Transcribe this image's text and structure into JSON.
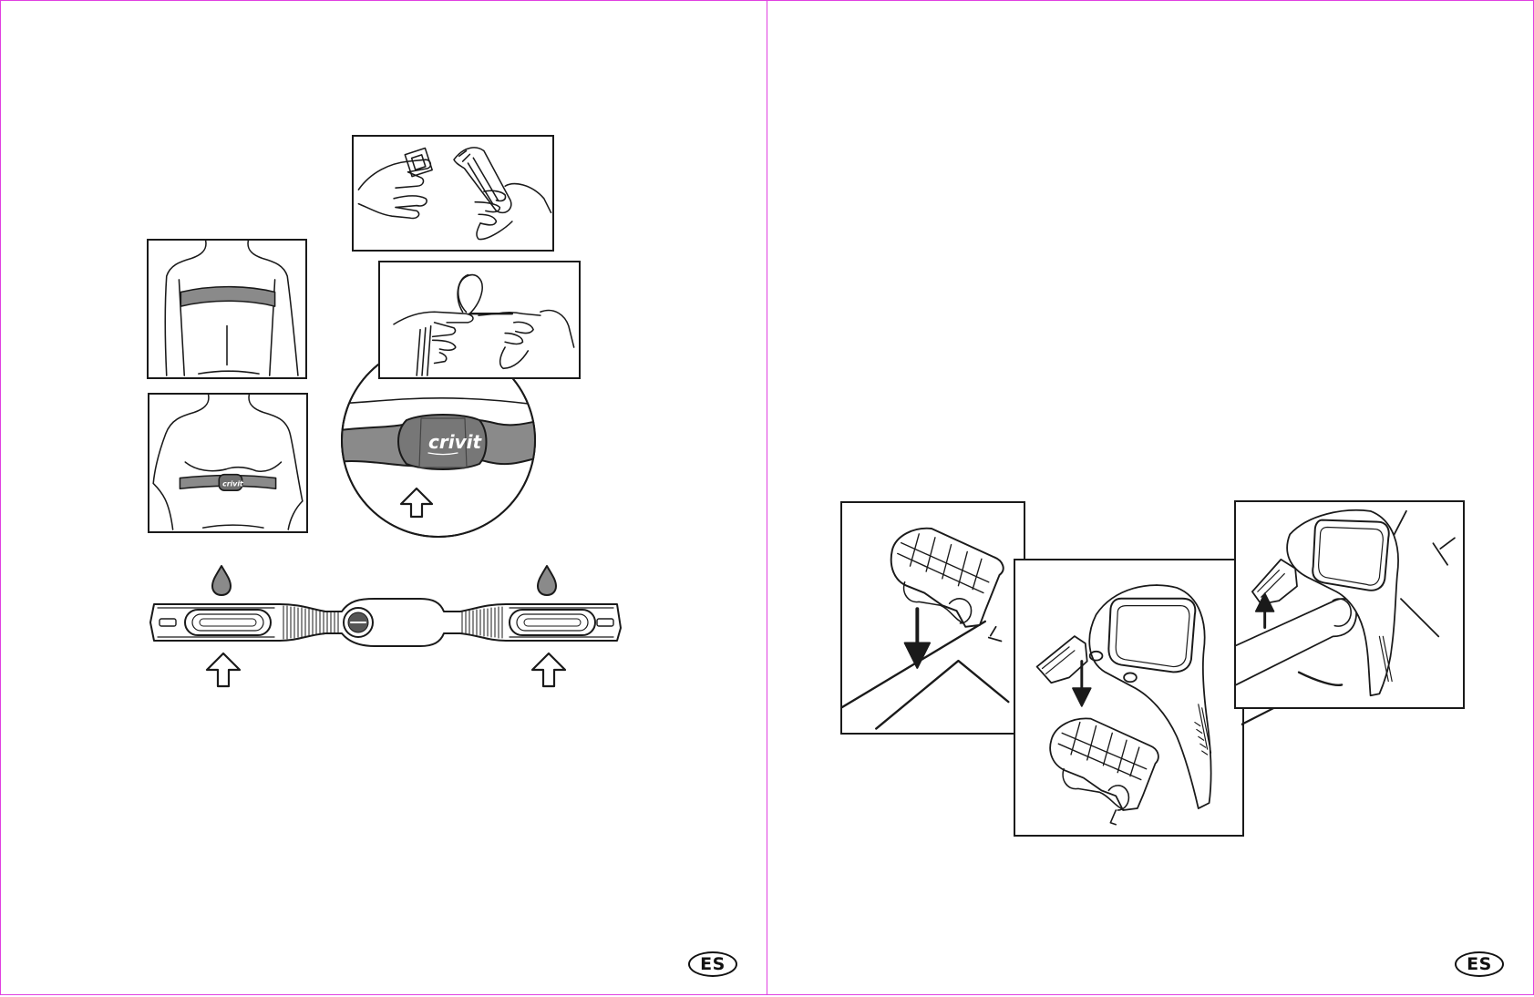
{
  "pages": {
    "left": {
      "language_badge": "ES",
      "brand_logo": "crivit"
    },
    "right": {
      "language_badge": "ES"
    }
  },
  "colors": {
    "page_border": "#e040e0",
    "line_art": "#1a1a1a",
    "strap_fill": "#8a8a8a"
  },
  "icons": [
    "water-drop-icon",
    "arrow-up-outline-icon",
    "arrow-down-icon"
  ]
}
